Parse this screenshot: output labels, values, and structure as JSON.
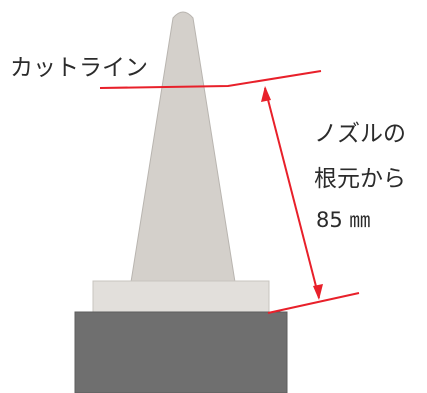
{
  "labels": {
    "cut_line": "カットライン",
    "distance_line1": "ノズルの",
    "distance_line2": "根元から",
    "distance_line3": "85 ㎜"
  },
  "colors": {
    "nozzle_body": "#d4d0cb",
    "nozzle_edge": "#b9b5b0",
    "base_plate": "#e2dfdb",
    "base_block": "#6f6f6f",
    "marker": "#e8202a",
    "text": "#2b2b2b"
  }
}
